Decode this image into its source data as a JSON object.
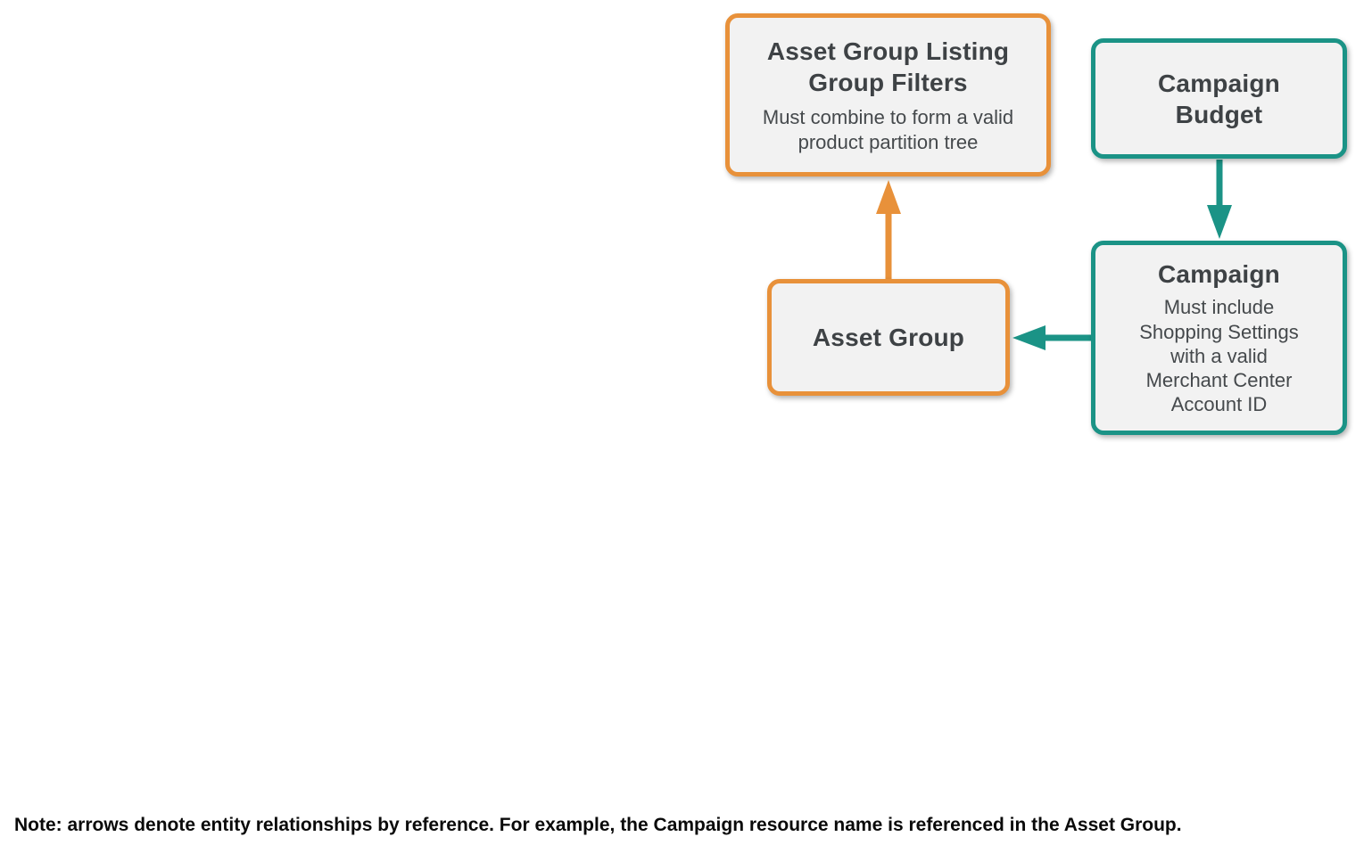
{
  "diagram": {
    "nodes": [
      {
        "id": "asset_group_listing_group_filters",
        "title": "Asset Group Listing Group Filters",
        "subtitle": "Must combine to form a valid product partition tree",
        "accent_color": "#E8913A"
      },
      {
        "id": "campaign_budget",
        "title": "Campaign Budget",
        "subtitle": "",
        "accent_color": "#1B9386"
      },
      {
        "id": "asset_group",
        "title": "Asset Group",
        "subtitle": "",
        "accent_color": "#E8913A"
      },
      {
        "id": "campaign",
        "title": "Campaign",
        "subtitle": "Must include Shopping Settings with a valid Merchant Center Account ID",
        "accent_color": "#1B9386"
      }
    ],
    "edges": [
      {
        "from": "asset_group",
        "to": "asset_group_listing_group_filters",
        "color": "#E8913A",
        "direction": "up"
      },
      {
        "from": "campaign_budget",
        "to": "campaign",
        "color": "#1B9386",
        "direction": "down"
      },
      {
        "from": "campaign",
        "to": "asset_group",
        "color": "#1B9386",
        "direction": "left"
      }
    ]
  },
  "colors": {
    "orange_accent": "#E8913A",
    "teal_accent": "#1B9386",
    "box_fill": "#F2F2F2",
    "title_text": "#3E4245",
    "subtitle_text": "#45494C",
    "note_text": "#0A0A0A",
    "background": "#FFFFFF"
  },
  "note": "Note: arrows denote entity relationships by reference. For example, the Campaign resource name is referenced in the Asset Group."
}
